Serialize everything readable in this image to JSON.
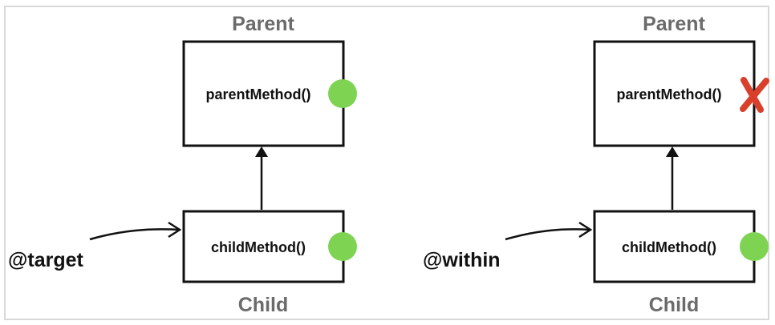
{
  "colors": {
    "success": "#7ed452",
    "failure": "#d9402b",
    "frame": "#d8d8d8",
    "class_label": "#6b6b6b"
  },
  "panels": [
    {
      "annotation": "@target",
      "parent": {
        "label": "Parent",
        "method": "parentMethod()",
        "status": "applied",
        "marker_icon": "green-dot-icon"
      },
      "child": {
        "label": "Child",
        "method": "childMethod()",
        "status": "applied",
        "marker_icon": "green-dot-icon"
      }
    },
    {
      "annotation": "@within",
      "parent": {
        "label": "Parent",
        "method": "parentMethod()",
        "status": "not-applied",
        "marker_icon": "red-x-icon"
      },
      "child": {
        "label": "Child",
        "method": "childMethod()",
        "status": "applied",
        "marker_icon": "green-dot-icon"
      }
    }
  ]
}
